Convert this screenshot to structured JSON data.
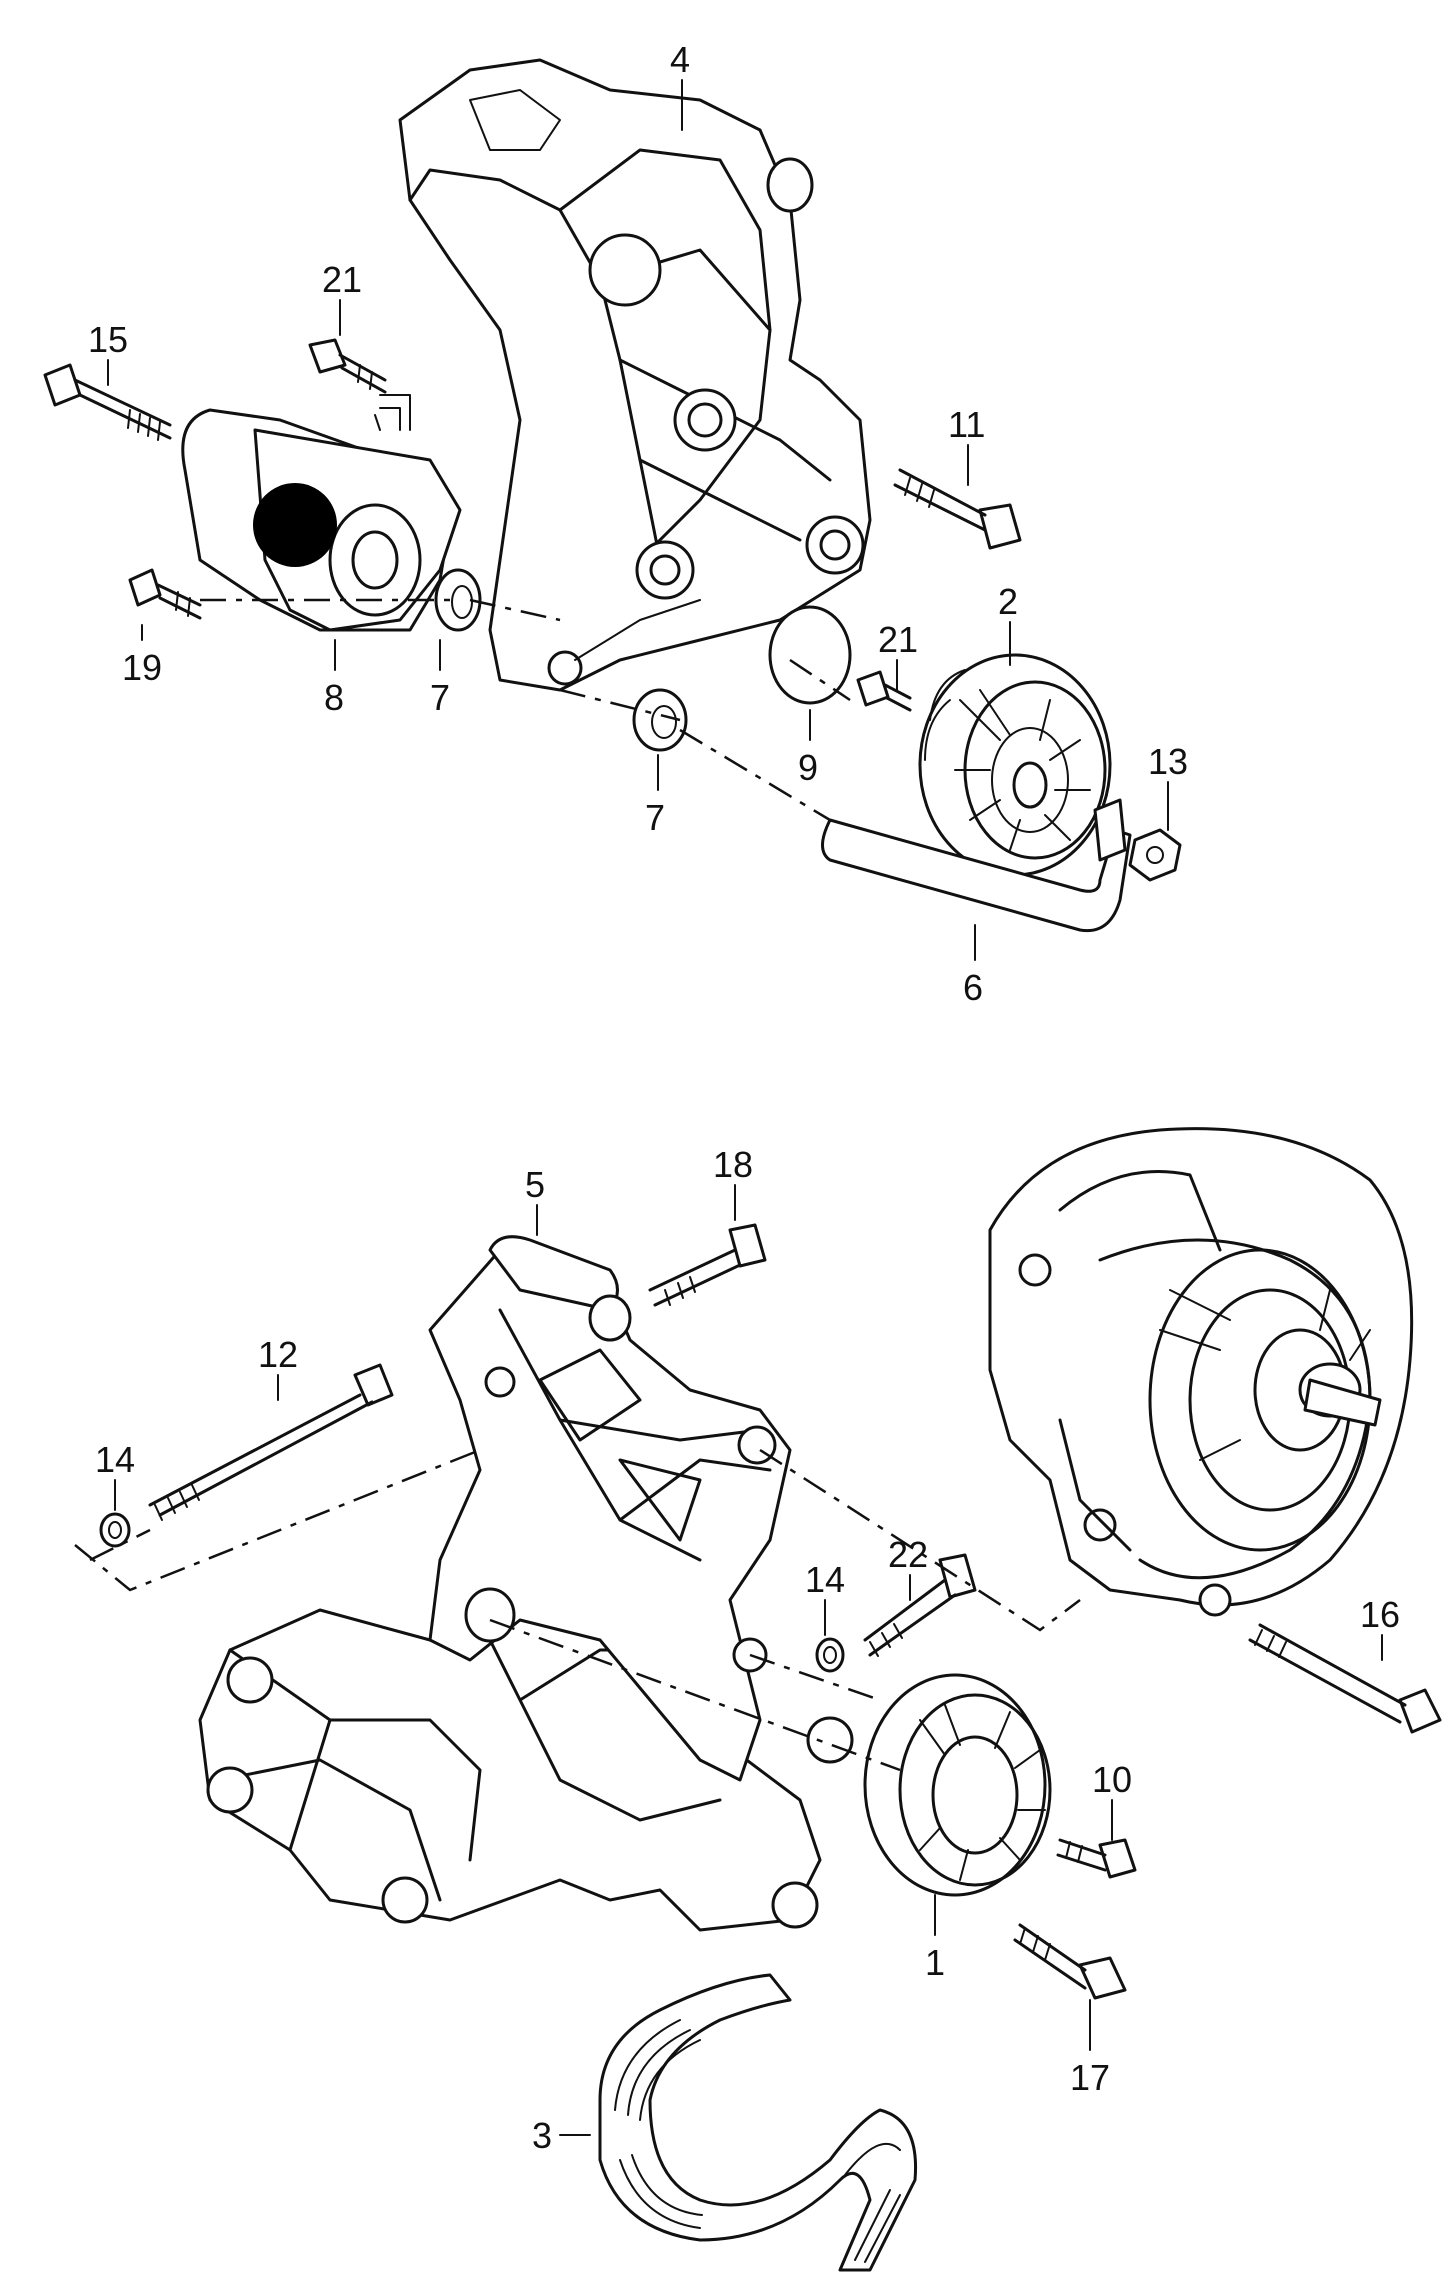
{
  "callouts": [
    "1",
    "2",
    "3",
    "4",
    "5",
    "6",
    "7",
    "7",
    "8",
    "9",
    "10",
    "11",
    "12",
    "13",
    "14",
    "14",
    "15",
    "16",
    "17",
    "18",
    "19",
    "21",
    "21",
    "22"
  ],
  "labels": {
    "p1": "1",
    "p2": "2",
    "p3": "3",
    "p4": "4",
    "p5": "5",
    "p6": "6",
    "p7a": "7",
    "p7b": "7",
    "p8": "8",
    "p9": "9",
    "p10": "10",
    "p11": "11",
    "p12": "12",
    "p13": "13",
    "p14a": "14",
    "p14b": "14",
    "p15": "15",
    "p16": "16",
    "p17": "17",
    "p18": "18",
    "p19": "19",
    "p21a": "21",
    "p21b": "21",
    "p22": "22"
  }
}
